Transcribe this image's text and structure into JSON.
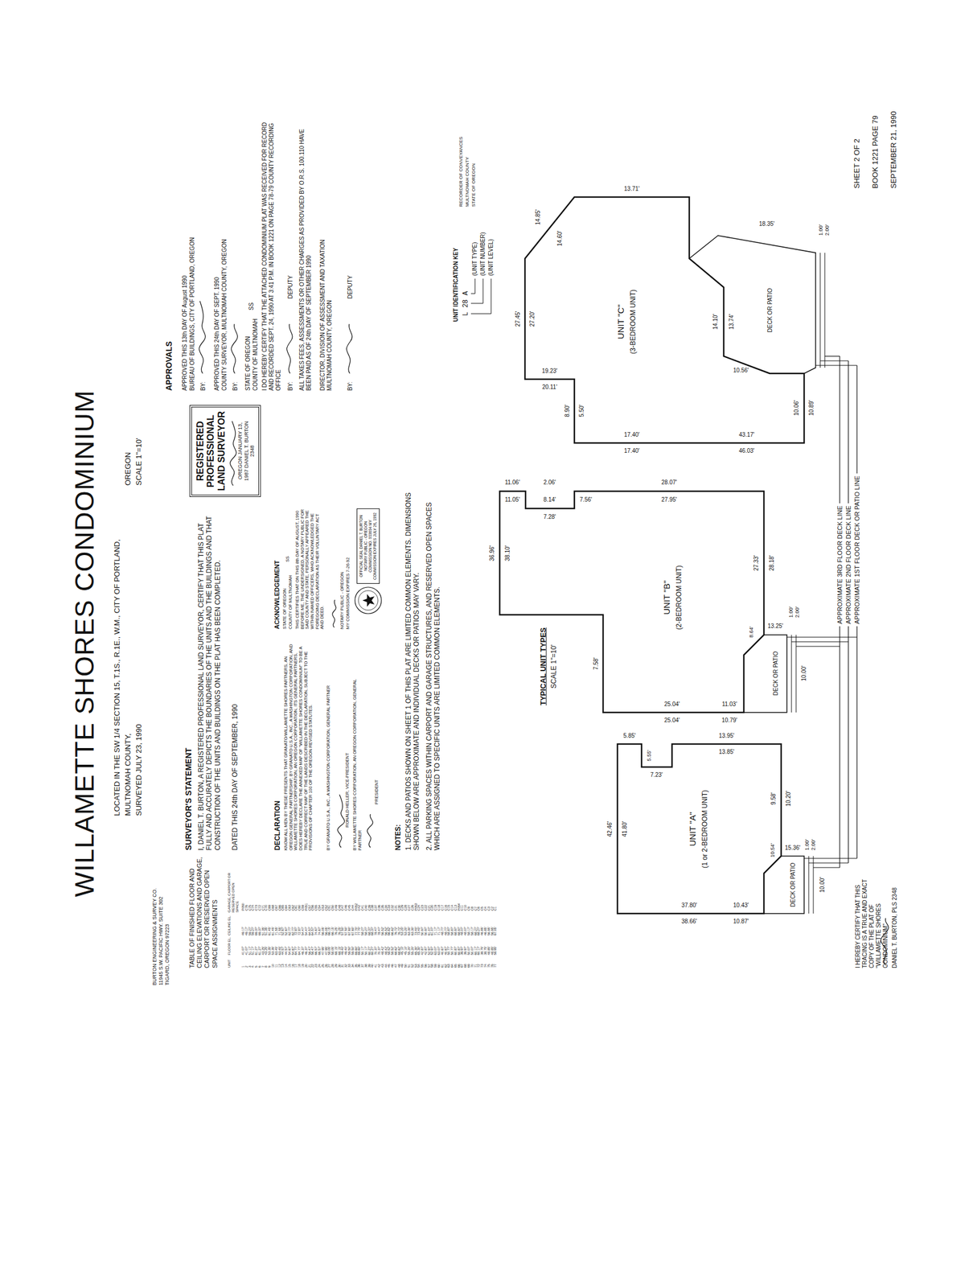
{
  "diagram": {
    "title": "WILLAMETTE SHORES CONDOMINIUM",
    "nodes": [
      {
        "text": [
          "REGISTERED PROFESSIONAL LAND SURVEYOR",
          "OREGON JANUARY 13, 1987 DANIEL T. BURTON 2348"
        ]
      },
      {
        "text": [
          "OFFICIAL SEAL DANIEL T. BURTON NOTARY PUBLIC - OREGON COMMISSION NO. 003694 MY COMMISSION EXPIRES JULY 26, 1992"
        ]
      },
      {
        "text": [
          "UNIT \"A\"",
          "(1 or 2-BEDROOM UNIT)"
        ]
      },
      {
        "text": [
          "DECK OR PATIO"
        ],
        "in": 2
      },
      {
        "text": [
          "UNIT \"B\"",
          "(2-BEDROOM UNIT)"
        ]
      },
      {
        "text": [
          "DECK OR PATIO"
        ],
        "in": 4
      },
      {
        "text": [
          "UNIT \"C\"",
          "(3-BEDROOM UNIT)"
        ]
      },
      {
        "text": [
          "DECK OR PATIO"
        ],
        "in": 6
      }
    ],
    "labels": [
      "LOCATED IN THE SW 1/4 SECTION 15, T.1S., R.1E., W.M., CITY OF PORTLAND,",
      "MULTNOMAH COUNTY,",
      "OREGON",
      "SURVEYED JULY 23, 1990",
      "SCALE 1\"=10'",
      "BURTON ENGINEERING & SURVEY CO.",
      "11945 S.W. PACIFIC HWY. SUITE 302",
      "TIGARD, OREGON 97223",
      "TABLE OF FINISHED FLOOR AND CEILING ELEVATIONS AND GARAGE, CARPORT OR RESERVED OPEN SPACE ASSIGNMENTS",
      "UNIT",
      "FLOOR EL.",
      "CEILING EL.",
      "GARAGE, CARPORT OR RESERVED OPEN SPACE",
      "SURVEYOR'S STATEMENT",
      "I, DANIEL T. BURTON, A REGISTERED PROFESSIONAL LAND SURVEYOR, CERTIFY THAT THIS PLAT FULLY AND ACCURATELY DEPICTS THE BOUNDARIES OF THE UNITS AND THE BUILDINGS AND THAT CONSTRUCTION OF THE UNITS AND BUILDINGS ON THE PLAT HAS BEEN COMPLETED.",
      "DATED THIS 24th DAY OF SEPTEMBER, 1990",
      "DECLARATION",
      "KNOW ALL MEN BY THESE PRESENTS THAT GRANATO/WILLAMETTE SHORES PARTNERS, AN OREGON GENERAL PARTNERSHIP, BY GRANATO U.S.A., INC., A WASHINGTON CORPORATION, AND WILLAMETTE SHORES CORPORATION, AN OREGON CORPORATION, ITS GENERAL PARTNERS, DOES HEREBY DECLARE THE ANNEXED MAP OF \"WILLAMETTE SHORES CONDOMINIUM\" TO BE A TRUE AND CORRECT MAP OF THE LANDS DESCRIBED IN THE DECLARATION, SUBJECT TO THE PROVISIONS OF CHAPTER 100 OF THE OREGON REVISED STATUTES.",
      "BY GRANATO U.S.A., INC., A WASHINGTON CORPORATION, GENERAL PARTNER",
      "RONALD HELLER, VICE-PRESIDENT",
      "BY WILLAMETTE SHORES CORPORATION, AN OREGON CORPORATION, GENERAL PARTNER",
      "PRESIDENT",
      "ACKNOWLEDGEMENT",
      "STATE OF OREGON",
      "COUNTY OF MULTNOMAH",
      "SS",
      "THIS CERTIFIES THAT ON THIS 8th DAY OF AUGUST, 1990 BEFORE ME, THE UNDERSIGNED, A NOTARY PUBLIC FOR SAID COUNTY AND STATE, PERSONALLY APPEARED THE WITHIN NAMED OFFICERS, WHO ACKNOWLEDGED THE FOREGOING DECLARATION AS THEIR VOLUNTARY ACT AND DEED.",
      "NOTARY PUBLIC - OREGON",
      "MY COMMISSION EXPIRES 7-26-92",
      "NOTES:",
      "1. DECKS AND PATIOS SHOWN ON SHEET 1 OF THIS PLAT ARE LIMITED COMMON ELEMENTS. DIMENSIONS SHOWN BELOW ARE APPROXIMATE AND INDIVIDUAL DECKS OR PATIOS MAY VARY.",
      "2. ALL PARKING SPACES WITHIN CARPORT AND GARAGE STRUCTURES, AND RESERVED OPEN SPACES WHICH ARE ASSIGNED TO SPECIFIC UNITS ARE LIMITED COMMON ELEMENTS.",
      "TYPICAL UNIT TYPES",
      "SCALE 1\"=10'",
      "APPROVALS",
      "APPROVED THIS 13th DAY OF August 1990",
      "BUREAU OF BUILDINGS, CITY OF PORTLAND, OREGON",
      "BY:",
      "APPROVED THIS 24th DAY OF SEPT. 1990",
      "COUNTY SURVEYOR, MULTNOMAH COUNTY, OREGON",
      "BY:",
      "STATE OF OREGON",
      "COUNTY OF MULTNOMAH",
      "SS",
      "I DO HEREBY CERTIFY THAT THE ATTACHED CONDOMINIUM PLAT WAS RECEIVED FOR RECORD AND RECORDED SEPT. 24, 1990 AT 3:41 P.M. IN BOOK 1221 ON PAGE 78-79 COUNTY RECORDING OFFICE",
      "BY:",
      "DEPUTY",
      "ALL TAXES FEES, ASSESSMENTS OR OTHER CHARGES AS PROVIDED BY O.R.S. 100.110 HAVE BEEN PAID AS OF 24th DAY OF SEPTEMBER 1990",
      "DIRECTOR, DIVISION OF ASSESSMENT AND TAXATION MULTNOMAH COUNTY, OREGON",
      "BY:",
      "DEPUTY",
      "UNIT IDENTIFICATION KEY",
      "L 28 A",
      "(UNIT TYPE)",
      "(UNIT NUMBER)",
      "(UNIT LEVEL)",
      "RECORDER OF CONVEYANCES",
      "MULTNOMAH COUNTY",
      "STATE OF OREGON",
      "SHEET 2 OF 2",
      "BOOK 1221 PAGE 79",
      "SEPTEMBER 21, 1990",
      "I HEREBY CERTIFY THAT THIS TRACING IS A TRUE AND EXACT COPY OF THE PLAT OF \"WILLAMETTE SHORES CONDOMINIUM\"",
      "DANIEL T. BURTON, PLS 2348",
      "APPROXIMATE 3RD FLOOR DECK LINE",
      "APPROXIMATE 2ND FLOOR DECK LINE",
      "APPROXIMATE 1ST FLOOR DECK OR PATIO LINE",
      "42.46'",
      "41.80'",
      "38.66'",
      "37.80'",
      "5.85'",
      "5.55'",
      "7.23'",
      "13.95'",
      "13.85'",
      "9.58'",
      "10.20'",
      "10.54'",
      "10.43'",
      "10.87'",
      "15.36'",
      "10.00'",
      "1.00'",
      "2.00'",
      "36.96'",
      "38.10'",
      "11.06'",
      "11.05'",
      "2.06'",
      "8.14'",
      "7.28'",
      "7.56'",
      "7.58'",
      "28.07'",
      "27.95'",
      "25.04'",
      "25.04'",
      "10.79'",
      "11.03'",
      "27.33'",
      "28.18'",
      "8.64'",
      "13.25'",
      "10.00'",
      "1.00'",
      "2.00'",
      "27.45'",
      "27.20'",
      "14.85'",
      "14.60'",
      "20.11'",
      "19.23'",
      "8.90'",
      "5.50'",
      "17.40'",
      "17.40'",
      "46.03'",
      "43.17'",
      "13.71'",
      "14.10'",
      "13.74'",
      "10.56'",
      "10.06'",
      "10.89'",
      "18.35'",
      "1.00'",
      "2.00'",
      "1",
      "41.07'",
      "49.17'",
      "P050",
      "2",
      "41.07'",
      "49.17'",
      "C76",
      "3",
      "51.17'",
      "59.27'",
      "C75",
      "4",
      "51.17'",
      "59.27'",
      "C74",
      "5",
      "61.27'",
      "69.37'",
      "C73",
      "6",
      "61.27'",
      "69.37'",
      "C72",
      "7",
      "43.25'",
      "51.35'",
      "C71",
      "8",
      "43.25'",
      "51.35'",
      "C70",
      "9",
      "53.35'",
      "61.45'",
      "C69",
      "10",
      "53.35'",
      "61.45'",
      "C68",
      "11",
      "63.45'",
      "71.55'",
      "C67",
      "12",
      "63.45'",
      "71.55'",
      "C66",
      "13",
      "44.57'",
      "52.67'",
      "C65",
      "14",
      "44.57'",
      "52.67'",
      "C64",
      "15",
      "54.67'",
      "62.77'",
      "C63",
      "16",
      "54.67'",
      "62.77'",
      "C62",
      "17",
      "64.77'",
      "72.87'",
      "C61",
      "18",
      "64.77'",
      "72.87'",
      "C60",
      "19",
      "46.37'",
      "54.47'",
      "C59",
      "20",
      "46.37'",
      "54.47'",
      "P051",
      "21",
      "56.47'",
      "64.57'",
      "C57",
      "22",
      "56.47'",
      "64.57'",
      "C56",
      "23",
      "66.57'",
      "74.67'",
      "C55",
      "24",
      "66.57'",
      "74.67'",
      "C54",
      "25",
      "47.95'",
      "56.05'",
      "C53",
      "26",
      "47.95'",
      "56.05'",
      "C52",
      "27",
      "58.05'",
      "66.15'",
      "C51",
      "28",
      "58.05'",
      "66.15'",
      "C50",
      "29",
      "68.15'",
      "76.25'",
      "C49",
      "30",
      "68.15'",
      "76.25'",
      "C48",
      "31",
      "49.40'",
      "57.50'",
      "C47",
      "32",
      "49.40'",
      "57.50'",
      "C46",
      "33",
      "59.50'",
      "67.60'",
      "C45",
      "34",
      "59.50'",
      "67.60'",
      "C44",
      "35",
      "69.60'",
      "77.70'",
      "P052",
      "36",
      "69.60'",
      "77.70'",
      "C42",
      "37",
      "50.17'",
      "58.27'",
      "C41",
      "38",
      "50.17'",
      "58.27'",
      "C40",
      "39",
      "60.27'",
      "68.37'",
      "C39",
      "40",
      "60.27'",
      "68.37'",
      "C38",
      "41",
      "70.37'",
      "78.47'",
      "C37",
      "42",
      "70.37'",
      "78.47'",
      "C36",
      "43",
      "48.42'",
      "56.52'",
      "C35",
      "44",
      "48.42'",
      "56.52'",
      "C34",
      "45",
      "58.52'",
      "66.62'",
      "C33",
      "46",
      "58.52'",
      "66.62'",
      "C32",
      "47",
      "68.62'",
      "76.72'",
      "C31",
      "48",
      "68.62'",
      "76.72'",
      "C30",
      "49",
      "45.10'",
      "53.20'",
      "C29",
      "50",
      "45.10'",
      "53.20'",
      "C28",
      "51",
      "55.20'",
      "63.30'",
      "C27",
      "52",
      "55.20'",
      "63.30'",
      "C26",
      "53",
      "65.30'",
      "73.40'",
      "P053",
      "54",
      "65.30'",
      "73.40'",
      "C24",
      "55",
      "42.87'",
      "50.97'",
      "C23",
      "56",
      "42.87'",
      "50.97'",
      "C22",
      "57",
      "52.97'",
      "61.07'",
      "C21",
      "58",
      "52.97'",
      "61.07'",
      "C20",
      "59",
      "63.07'",
      "71.17'",
      "C19",
      "60",
      "63.07'",
      "71.17'",
      "C18",
      "61",
      "40.67'",
      "48.77'",
      "C17",
      "62",
      "40.67'",
      "48.77'",
      "C16",
      "63",
      "50.77'",
      "58.87'",
      "C15",
      "64",
      "50.77'",
      "58.87'",
      "C14",
      "65",
      "60.87'",
      "68.97'",
      "C13",
      "66",
      "60.87'",
      "68.97'",
      "P054",
      "67",
      "39.97'",
      "48.07'",
      "C11",
      "68",
      "39.97'",
      "48.07'",
      "C10",
      "69",
      "50.07'",
      "58.17'",
      "C9",
      "70",
      "50.07'",
      "58.17'",
      "C8",
      "71",
      "60.17'",
      "68.27'",
      "C7",
      "72",
      "60.17'",
      "68.27'",
      "C6",
      "73",
      "38.75'",
      "46.85'",
      "C5",
      "74",
      "38.75'",
      "46.85'",
      "C4",
      "75",
      "48.85'",
      "56.95'",
      "C3",
      "76",
      "48.85'",
      "56.95'",
      "C2",
      "77",
      "58.95'",
      "67.05'",
      "C1"
    ]
  }
}
